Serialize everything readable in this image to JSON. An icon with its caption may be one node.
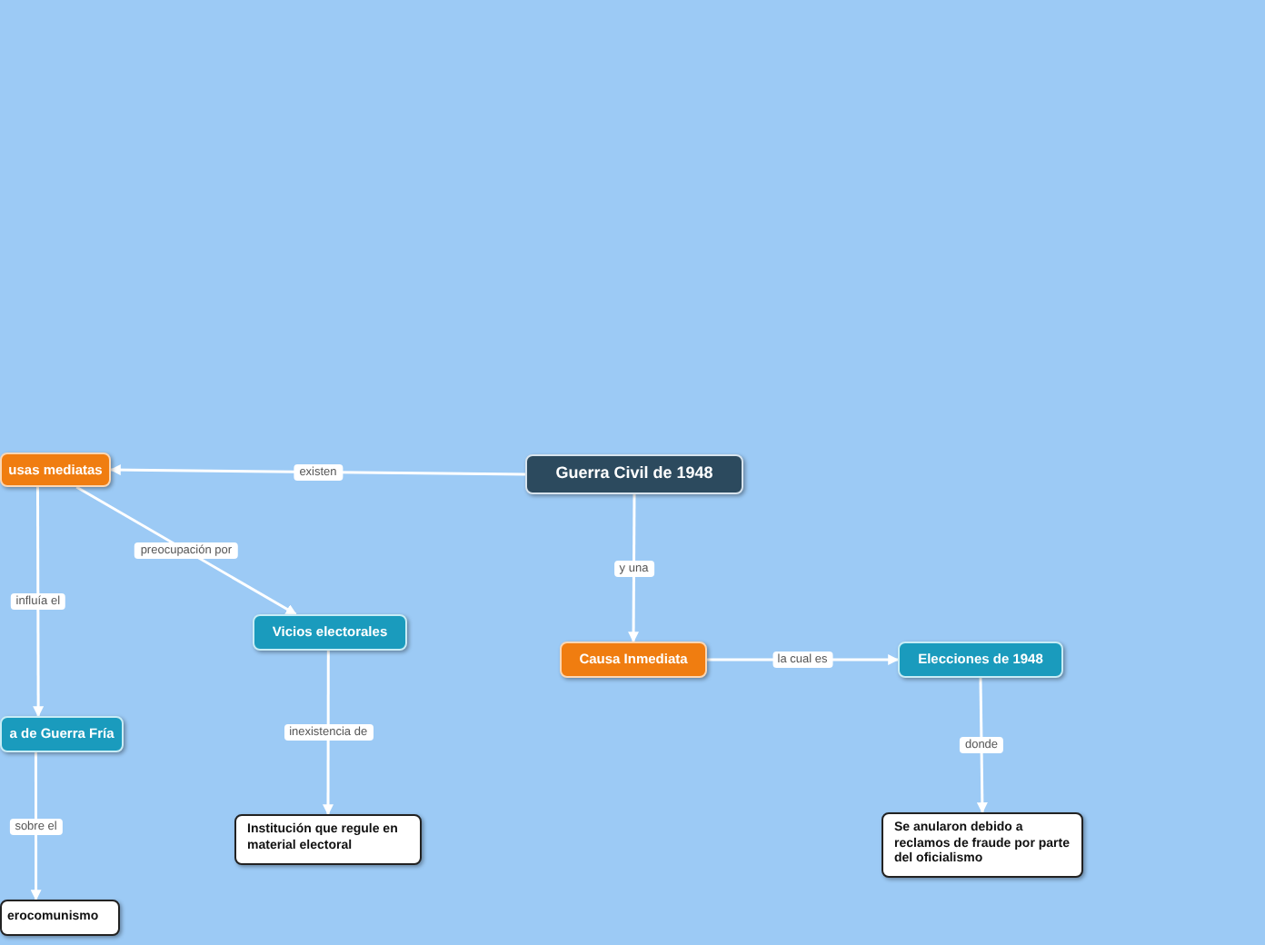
{
  "diagram": {
    "nodes": [
      {
        "text": [
          "Guerra Civil de 1948"
        ]
      },
      {
        "text": [
          "usas mediatas"
        ]
      },
      {
        "text": [
          "Vicios electorales"
        ]
      },
      {
        "text": [
          "a de Guerra Fría"
        ]
      },
      {
        "text": [
          "erocomunismo"
        ]
      },
      {
        "text": [
          "Institución que regule en material electoral"
        ]
      },
      {
        "text": [
          "Causa Inmediata"
        ]
      },
      {
        "text": [
          "Elecciones de 1948"
        ]
      },
      {
        "text": [
          "Se anularon debido a reclamos de fraude por parte del oficialismo"
        ]
      }
    ],
    "edges": [
      {
        "from": 0,
        "to": 1,
        "arrow": "to",
        "label": "existen"
      },
      {
        "from": 1,
        "to": 2,
        "arrow": "to",
        "label": "preocupación por"
      },
      {
        "from": 1,
        "to": 3,
        "arrow": "to",
        "label": "influía el"
      },
      {
        "from": 3,
        "to": 4,
        "arrow": "to",
        "label": "sobre el"
      },
      {
        "from": 2,
        "to": 5,
        "arrow": "to",
        "label": "inexistencia de"
      },
      {
        "from": 0,
        "to": 6,
        "arrow": "to",
        "label": "y una"
      },
      {
        "from": 6,
        "to": 7,
        "arrow": "to",
        "label": "la cual es"
      },
      {
        "from": 7,
        "to": 8,
        "arrow": "to",
        "label": "donde"
      }
    ]
  }
}
